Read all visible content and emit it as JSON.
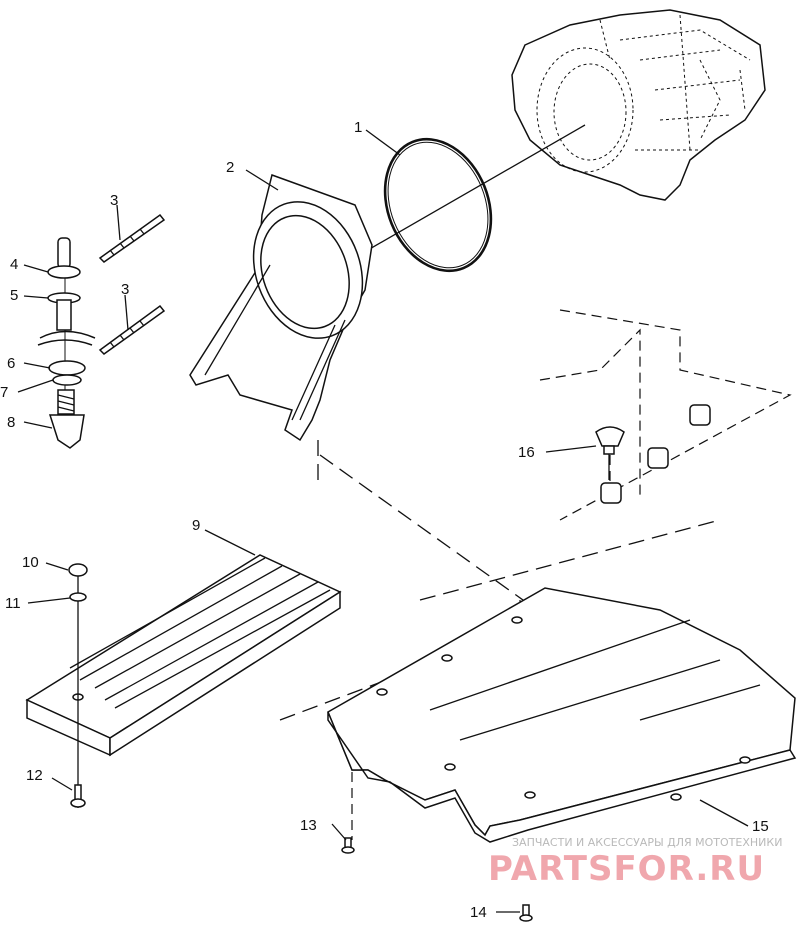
{
  "callouts": [
    {
      "id": "1",
      "text": "1"
    },
    {
      "id": "2",
      "text": "2"
    },
    {
      "id": "3a",
      "text": "3"
    },
    {
      "id": "3b",
      "text": "3"
    },
    {
      "id": "4",
      "text": "4"
    },
    {
      "id": "5",
      "text": "5"
    },
    {
      "id": "6",
      "text": "6"
    },
    {
      "id": "7",
      "text": "7"
    },
    {
      "id": "8",
      "text": "8"
    },
    {
      "id": "9",
      "text": "9"
    },
    {
      "id": "10",
      "text": "10"
    },
    {
      "id": "11",
      "text": "11"
    },
    {
      "id": "12",
      "text": "12"
    },
    {
      "id": "13",
      "text": "13"
    },
    {
      "id": "14",
      "text": "14"
    },
    {
      "id": "15",
      "text": "15"
    },
    {
      "id": "16",
      "text": "16"
    }
  ],
  "watermark": {
    "tagline": "ЗАПЧАСТИ И АКСЕССУАРЫ ДЛЯ МОТОТЕХНИКИ",
    "brand": "PARTSFOR.RU",
    "color": "#f0a7ad"
  }
}
